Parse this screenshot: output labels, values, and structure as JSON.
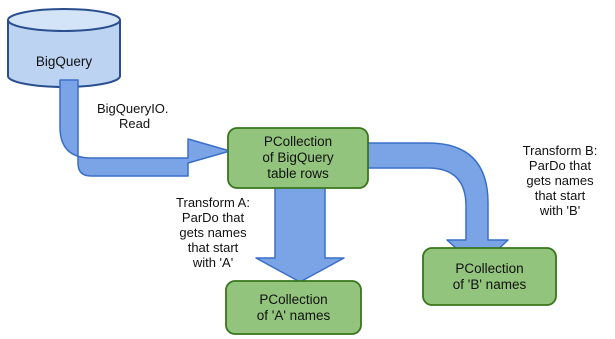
{
  "colors": {
    "arrow_fill": "#7aa4e6",
    "arrow_stroke": "#3a6fc8",
    "node_fill": "#93c47d",
    "node_stroke": "#38761d",
    "db_fill": "#bcd3f2",
    "db_stroke": "#2a4f8f"
  },
  "nodes": {
    "bigquery": {
      "label": "BigQuery"
    },
    "rows": {
      "lines": [
        "PCollection",
        "of BigQuery",
        "table rows"
      ]
    },
    "a_names": {
      "lines": [
        "PCollection",
        "of 'A' names"
      ]
    },
    "b_names": {
      "lines": [
        "PCollection",
        "of 'B' names"
      ]
    }
  },
  "edges": {
    "read": {
      "lines": [
        "BigQueryIO.",
        "Read"
      ]
    },
    "transform_a": {
      "lines": [
        "Transform A:",
        "ParDo that",
        "gets names",
        "that start",
        "with 'A'"
      ]
    },
    "transform_b": {
      "lines": [
        "Transform B:",
        "ParDo that",
        "gets names",
        "that start",
        "with 'B'"
      ]
    }
  }
}
